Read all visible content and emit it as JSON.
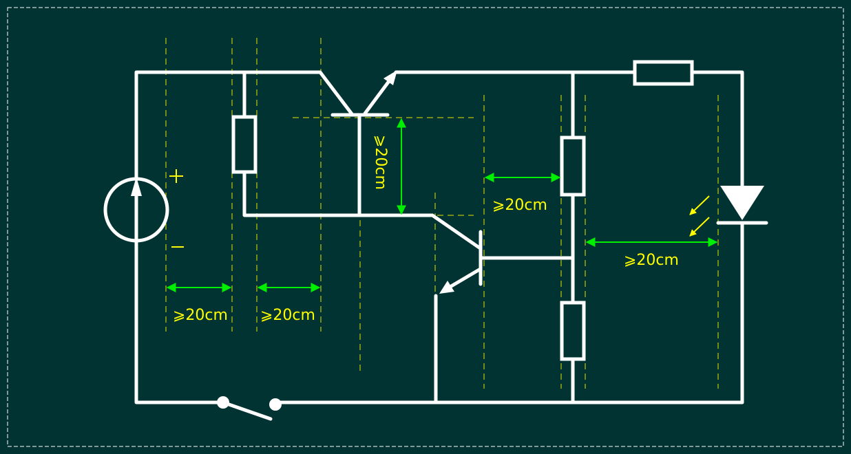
{
  "diagram": {
    "dimension_labels": {
      "left_1": "⩾20cm",
      "left_2": "⩾20cm",
      "vertical": "⩾20cm",
      "middle": "⩾20cm",
      "right": "⩾20cm"
    },
    "source_signs": {
      "plus": "+",
      "minus": "−"
    }
  },
  "colors": {
    "background": "#023333",
    "wire": "#ffffff",
    "label": "#ffff00",
    "guide": "#e6e600",
    "dimension_arrow": "#00ee00"
  }
}
